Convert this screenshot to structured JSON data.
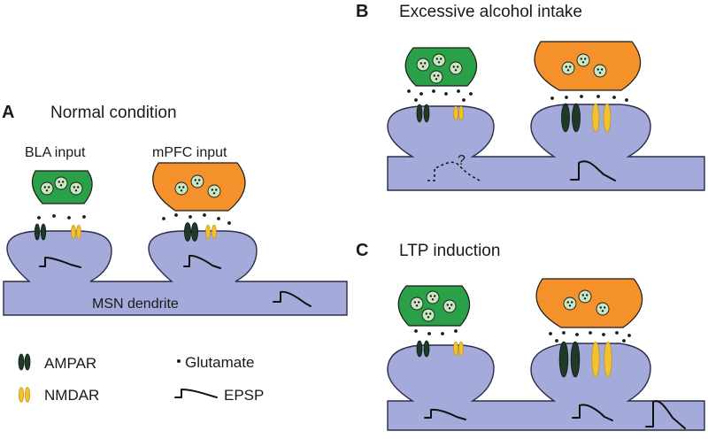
{
  "panels": {
    "a": {
      "letter": "A",
      "title": "Normal condition",
      "bla_input": "BLA input",
      "mpfc_input": "mPFC input",
      "dendrite": "MSN dendrite"
    },
    "b": {
      "letter": "B",
      "title": "Excessive alcohol intake",
      "unknown_mark": "?"
    },
    "c": {
      "letter": "C",
      "title": "LTP induction"
    }
  },
  "legend": {
    "ampar": "AMPAR",
    "nmdar": "NMDAR",
    "glutamate": "Glutamate",
    "epsp": "EPSP"
  },
  "colors": {
    "dendrite": "#a4aad9",
    "bla_terminal": "#2aa148",
    "mpfc_terminal": "#f5912a",
    "ampar": "#1f3a26",
    "nmdar": "#f2c12e",
    "vesicle": "#c8e6c0"
  }
}
